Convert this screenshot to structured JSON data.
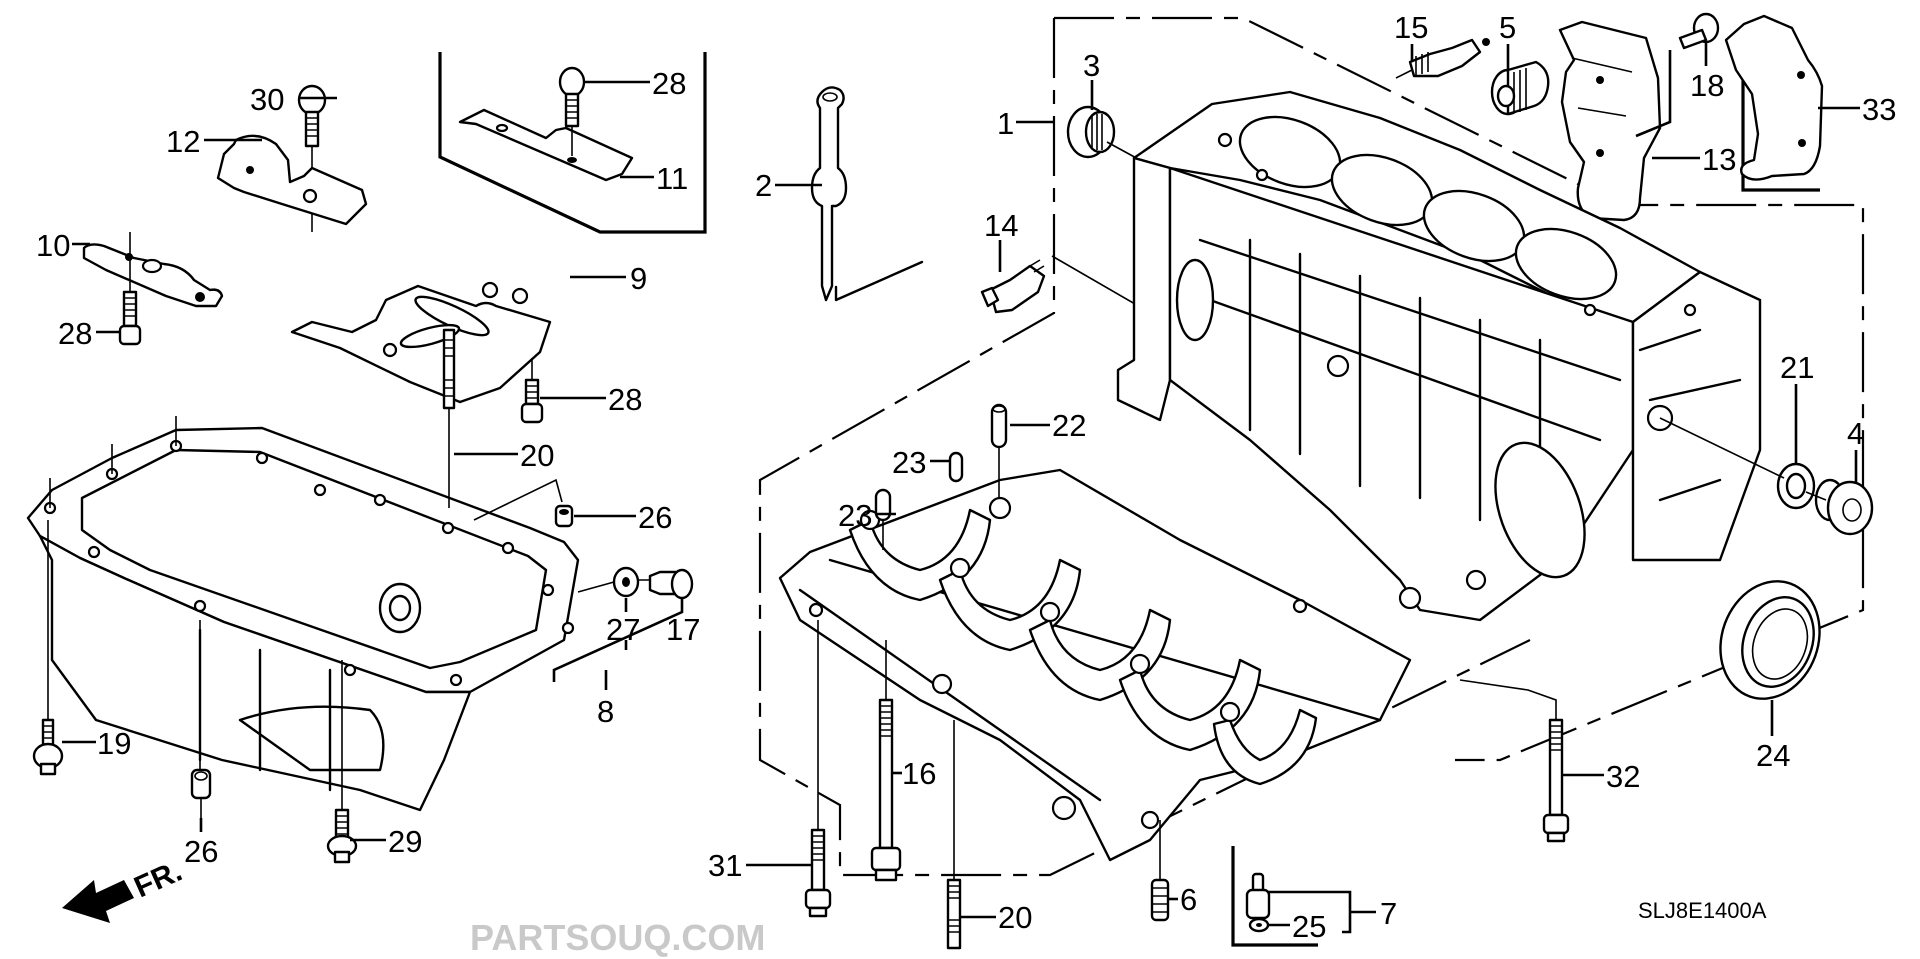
{
  "watermark": "PARTSOUQ.COM",
  "diagram_code": "SLJ8E1400A",
  "direction_indicator": "FR.",
  "callouts": {
    "c1": "1",
    "c2": "2",
    "c3": "3",
    "c4": "4",
    "c5": "5",
    "c6": "6",
    "c7": "7",
    "c8": "8",
    "c9": "9",
    "c10": "10",
    "c11": "11",
    "c12": "12",
    "c13": "13",
    "c14": "14",
    "c15": "15",
    "c16": "16",
    "c17": "17",
    "c18": "18",
    "c19": "19",
    "c20a": "20",
    "c20b": "20",
    "c21": "21",
    "c22": "22",
    "c23a": "23",
    "c23b": "23",
    "c24": "24",
    "c25": "25",
    "c26a": "26",
    "c26b": "26",
    "c27": "27",
    "c28a": "28",
    "c28b": "28",
    "c28c": "28",
    "c29": "29",
    "c30": "30",
    "c31": "31",
    "c32": "32",
    "c33": "33"
  },
  "colors": {
    "line": "#000000",
    "background": "#ffffff",
    "watermark": "#c9c9c9"
  }
}
